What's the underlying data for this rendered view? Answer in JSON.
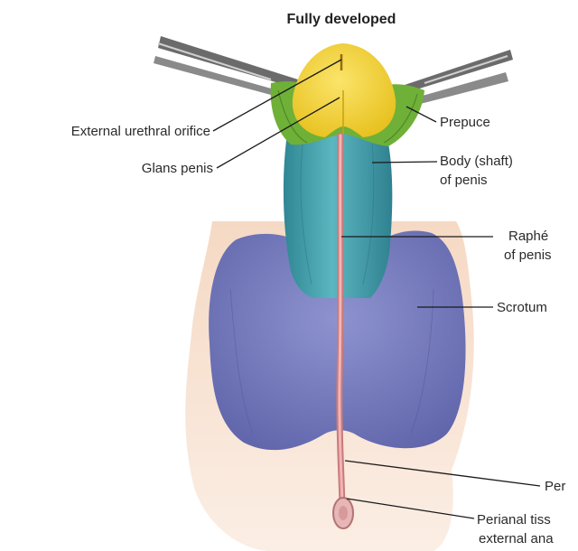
{
  "title": "Fully developed",
  "labels": {
    "external_urethral_orifice": "External urethral orifice",
    "glans_penis": "Glans penis",
    "prepuce": "Prepuce",
    "body_line1": "Body (shaft)",
    "body_line2": "of penis",
    "raphe_line1": "Raphé",
    "raphe_line2": "of penis",
    "scrotum": "Scrotum",
    "perineal_fragment": "Per",
    "perianal_line1": "Perianal tiss",
    "perianal_line2": "external ana"
  },
  "colors": {
    "glans": "#f2d230",
    "prepuce": "#6fb038",
    "shaft": "#3e9aa6",
    "scrotum": "#6f74b8",
    "skin": "#f2d6c6",
    "raphe": "#d98a8a"
  },
  "icons": {
    "retractor_left": "forceps-icon",
    "retractor_right": "forceps-icon"
  }
}
